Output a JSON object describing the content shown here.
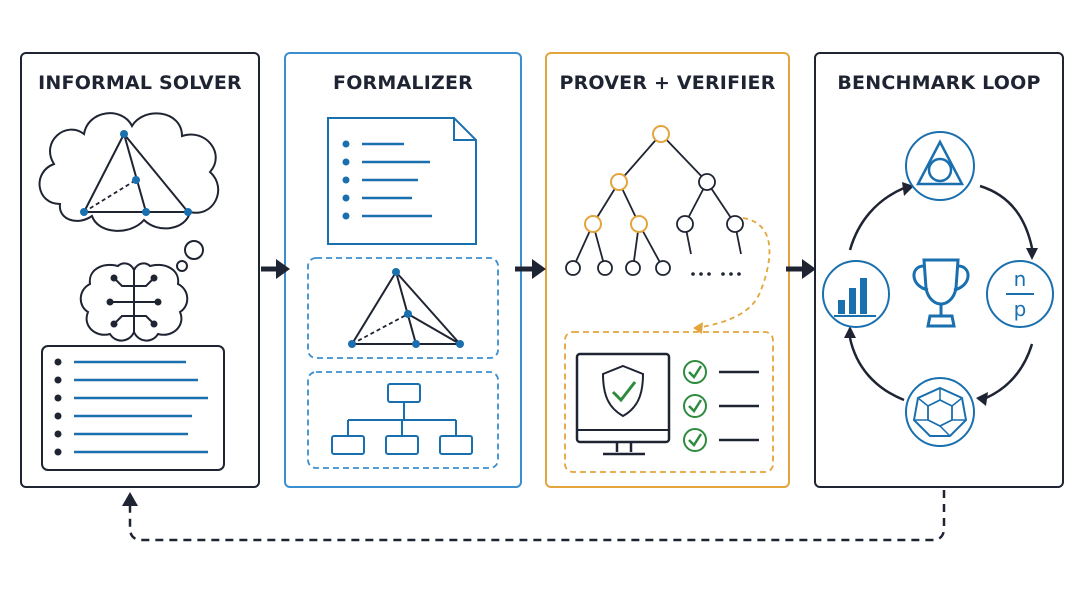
{
  "stages": [
    {
      "id": "informal-solver",
      "title": "INFORMAL SOLVER"
    },
    {
      "id": "formalizer",
      "title": "FORMALIZER"
    },
    {
      "id": "prover-verifier",
      "title": "PROVER + VERIFIER"
    },
    {
      "id": "benchmark-loop",
      "title": "BENCHMARK LOOP"
    }
  ],
  "benchmark": {
    "fraction_numerator": "n",
    "fraction_denominator": "p"
  },
  "colors": {
    "dark": "#1f2433",
    "blue": "#1a6fae",
    "light_blue": "#3b8fd0",
    "orange": "#e3a53c",
    "green": "#2e8b3e"
  }
}
